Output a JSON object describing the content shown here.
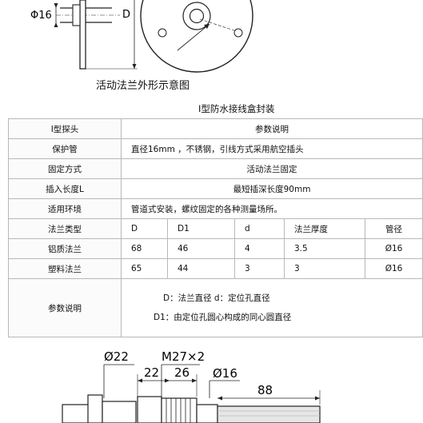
{
  "top_diagram": {
    "phi16_label": "Φ16",
    "d_label": "D",
    "caption": "活动法兰外形示意图"
  },
  "table_title": "I型防水接线盒封装",
  "table": {
    "rows": [
      {
        "label": "I型探头",
        "value": "参数说明"
      },
      {
        "label": "保护管",
        "value": "直径16mm ，不锈钢，引线方式采用航空插头"
      },
      {
        "label": "固定方式",
        "value": "活动法兰固定"
      },
      {
        "label": "插入长度L",
        "value": "最短插深长度90mm"
      },
      {
        "label": "适用环境",
        "value": "管道式安装，螺纹固定的各种测量场所。"
      }
    ],
    "flange_header": [
      "法兰类型",
      "D",
      "D1",
      "d",
      "法兰厚度",
      "管径"
    ],
    "flange_rows": [
      [
        "铝质法兰",
        "68",
        "46",
        "4",
        "3.5",
        "Ø16"
      ],
      [
        "塑料法兰",
        "65",
        "44",
        "3",
        "3",
        "Ø16"
      ]
    ],
    "param_label": "参数说明",
    "param_lines": [
      "D：法兰直径  d：定位孔直径",
      "D1：由定位孔圆心构成的同心圆直径"
    ]
  },
  "bottom_diagram": {
    "dim_022": "Ø22",
    "dim_m27": "M27×2",
    "dim_22": "22",
    "dim_26": "26",
    "dim_016": "Ø16",
    "dim_88": "88"
  }
}
